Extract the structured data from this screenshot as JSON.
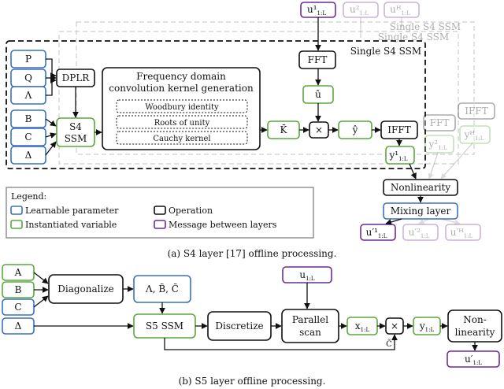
{
  "s4": {
    "container_title": "Single S4 SSM",
    "ghost_title": "Single S4 SSM",
    "ghost_title_2": "Single S4 SSM",
    "params": [
      "P",
      "Q",
      "Λ",
      "B",
      "C",
      "Δ"
    ],
    "dplr": "DPLR",
    "s4ssm_line1": "S4",
    "s4ssm_line2": "SSM",
    "freq_title_line1": "Frequency domain",
    "freq_title_line2": "convolution kernel generation",
    "freq_items": [
      "Woodbury identity",
      "Roots of unity",
      "Cauchy kernel"
    ],
    "fft": "FFT",
    "ifft": "IFFT",
    "u_hat": "û",
    "k_bar": "K̄",
    "times": "×",
    "y_hat": "ŷ",
    "input_main": "u¹",
    "input_ghost_1": "u²",
    "input_ghost_2": "uᴴ",
    "input_sub": "1:L",
    "output_y1": "y¹",
    "ghost_fft": "FFT",
    "ghost_ifft": "IFFT",
    "ghost_y2": "y²",
    "ghost_yh": "yᴴ",
    "nonlinearity": "Nonlinearity",
    "mixing": "Mixing layer",
    "out_main": "u′¹",
    "out_ghost_1": "u′²",
    "out_ghost_2": "u′ᴴ",
    "caption": "(a) S4 layer [17] offline processing."
  },
  "legend": {
    "title": "Legend:",
    "items": [
      {
        "label": "Learnable parameter",
        "color": "#3a6fc4"
      },
      {
        "label": "Instantiated variable",
        "color": "#5aa83c"
      },
      {
        "label": "Operation",
        "color": "#111111"
      },
      {
        "label": "Message between layers",
        "color": "#6a2c95"
      }
    ]
  },
  "s5": {
    "params": [
      "A",
      "B",
      "C",
      "Δ"
    ],
    "diagonalize": "Diagonalize",
    "diag_out": "Λ, B̃, C̃",
    "s5ssm": "S5 SSM",
    "discretize": "Discretize",
    "parallel_line1": "Parallel",
    "parallel_line2": "scan",
    "input": "u",
    "input_sub": "1:L",
    "x": "x",
    "x_sub": "1:L",
    "times": "×",
    "c_label": "C̃",
    "y": "y",
    "y_sub": "1:L",
    "nonlin_line1": "Non-",
    "nonlin_line2": "linearity",
    "out": "u′",
    "out_sub": "1:L",
    "caption": "(b) S5 layer offline processing."
  }
}
